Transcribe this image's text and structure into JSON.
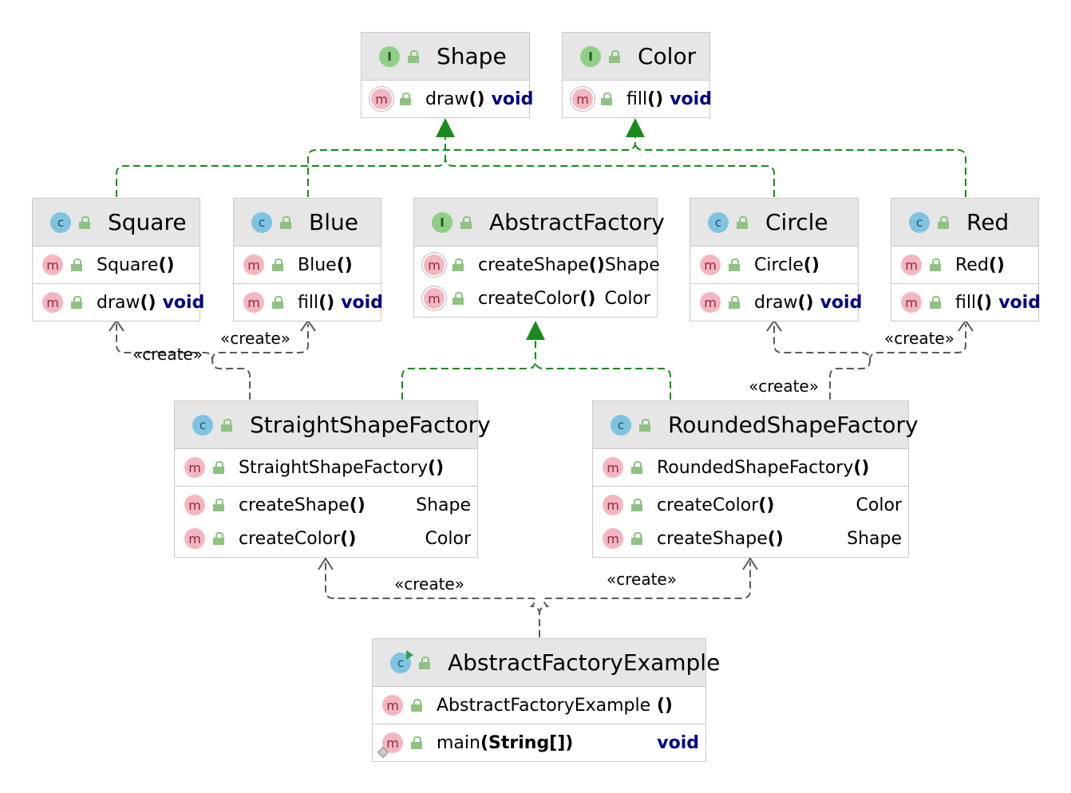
{
  "nodes": {
    "shape": {
      "title": "Shape",
      "kind": "interface",
      "methods": [
        {
          "name": "draw",
          "parens": "()",
          "ret": "void"
        }
      ]
    },
    "color": {
      "title": "Color",
      "kind": "interface",
      "methods": [
        {
          "name": "fill",
          "parens": "()",
          "ret": "void"
        }
      ]
    },
    "square": {
      "title": "Square",
      "kind": "class",
      "ctor": {
        "name": "Square",
        "parens": "()"
      },
      "methods": [
        {
          "name": "draw",
          "parens": "()",
          "ret": "void"
        }
      ]
    },
    "blue": {
      "title": "Blue",
      "kind": "class",
      "ctor": {
        "name": "Blue",
        "parens": "()"
      },
      "methods": [
        {
          "name": "fill",
          "parens": "()",
          "ret": "void"
        }
      ]
    },
    "abstract_factory": {
      "title": "AbstractFactory",
      "kind": "interface",
      "methods": [
        {
          "name": "createShape",
          "parens": "()",
          "ret": "Shape"
        },
        {
          "name": "createColor",
          "parens": "()",
          "ret": "Color"
        }
      ]
    },
    "circle": {
      "title": "Circle",
      "kind": "class",
      "ctor": {
        "name": "Circle",
        "parens": "()"
      },
      "methods": [
        {
          "name": "draw",
          "parens": "()",
          "ret": "void"
        }
      ]
    },
    "red": {
      "title": "Red",
      "kind": "class",
      "ctor": {
        "name": "Red",
        "parens": "()"
      },
      "methods": [
        {
          "name": "fill",
          "parens": "()",
          "ret": "void"
        }
      ]
    },
    "straight": {
      "title": "StraightShapeFactory",
      "kind": "class",
      "ctor": {
        "name": "StraightShapeFactory",
        "parens": "()"
      },
      "methods": [
        {
          "name": "createShape",
          "parens": "()",
          "ret": "Shape"
        },
        {
          "name": "createColor",
          "parens": "()",
          "ret": "Color"
        }
      ]
    },
    "rounded": {
      "title": "RoundedShapeFactory",
      "kind": "class",
      "ctor": {
        "name": "RoundedShapeFactory",
        "parens": "()"
      },
      "methods": [
        {
          "name": "createColor",
          "parens": "()",
          "ret": "Color"
        },
        {
          "name": "createShape",
          "parens": "()",
          "ret": "Shape"
        }
      ]
    },
    "example": {
      "title": "AbstractFactoryExample",
      "kind": "main-class",
      "ctor": {
        "name": "AbstractFactoryExample",
        "parens": " ()"
      },
      "methods": [
        {
          "name": "main",
          "parens": "(String[])",
          "ret": "void"
        }
      ]
    }
  },
  "edges": {
    "create_label": "«create»"
  },
  "badges": {
    "interface": "I",
    "class": "c",
    "method": "m"
  },
  "icons": {
    "interface": "interface-icon",
    "class": "class-icon",
    "method": "method-icon",
    "visibility": "public-lock-icon"
  },
  "colors": {
    "header_bg": "#e6e6e6",
    "realization_edge": "#1a8a1a",
    "dependency_edge": "#555555",
    "keyword": "#000080",
    "interface_badge": "#8fcf86",
    "class_badge": "#7ec3e0",
    "method_badge": "#f4b6c1"
  }
}
